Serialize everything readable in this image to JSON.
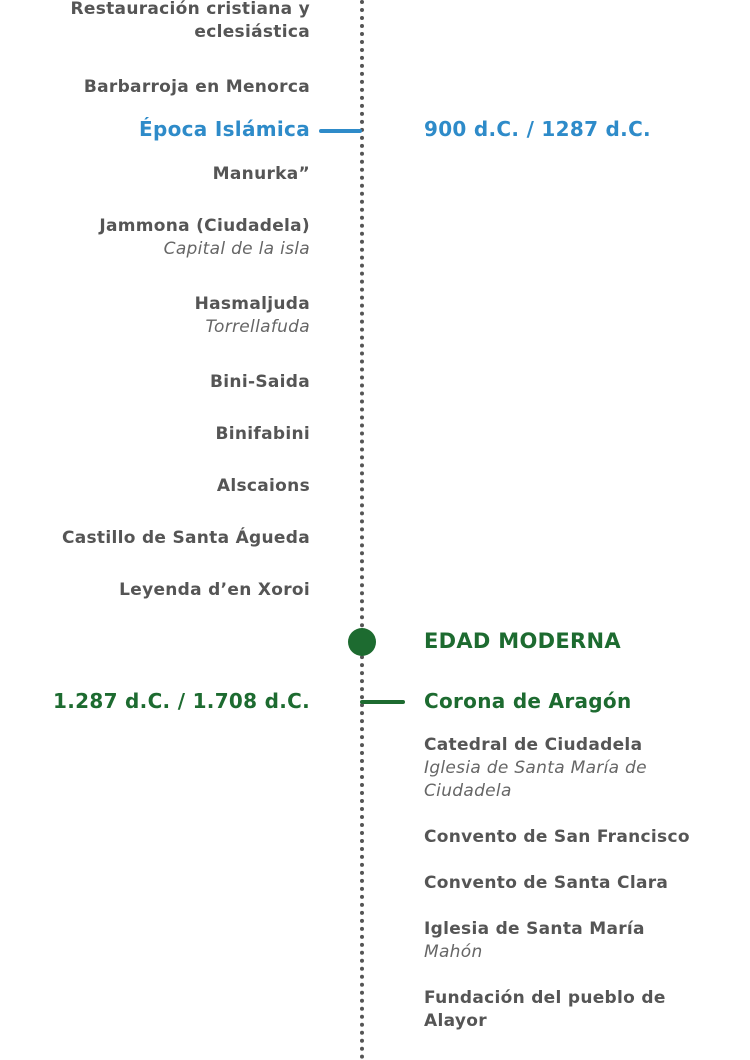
{
  "colors": {
    "blue": "#2e8bc9",
    "green": "#1d6b30",
    "text": "#555555"
  },
  "left_items": [
    {
      "title": "Restauración cristiana y",
      "title2": "eclesiástica"
    },
    {
      "title": "Barbarroja en Menorca"
    },
    {
      "title": "Época Islámica",
      "style": "era-blue"
    },
    {
      "title": "Manurka”"
    },
    {
      "title": "Jammona (Ciudadela)",
      "subtitle": "Capital de la isla"
    },
    {
      "title": "Hasmaljuda",
      "subtitle": "Torrellafuda"
    },
    {
      "title": "Bini-Saida"
    },
    {
      "title": "Binifabini"
    },
    {
      "title": "Alscaions"
    },
    {
      "title": "Castillo de Santa Águeda"
    },
    {
      "title": "Leyenda d’en Xoroi"
    },
    {
      "title": "1.287  d.C. / 1.708 d.C.",
      "style": "era-green"
    }
  ],
  "right_items": [
    {
      "title": "900 d.C. / 1287 d.C.",
      "style": "era-blue"
    },
    {
      "title": "EDAD MODERNA",
      "style": "era-head"
    },
    {
      "title": "Corona de Aragón",
      "style": "era-green"
    },
    {
      "title": "Catedral de Ciudadela",
      "subtitle": "Iglesia de Santa María de",
      "subtitle2": "Ciudadela"
    },
    {
      "title": "Convento de San Francisco"
    },
    {
      "title": "Convento de Santa Clara"
    },
    {
      "title": "Iglesia de Santa María",
      "subtitle": "Mahón"
    },
    {
      "title": "Fundación del pueblo de",
      "title2": "Alayor"
    }
  ]
}
